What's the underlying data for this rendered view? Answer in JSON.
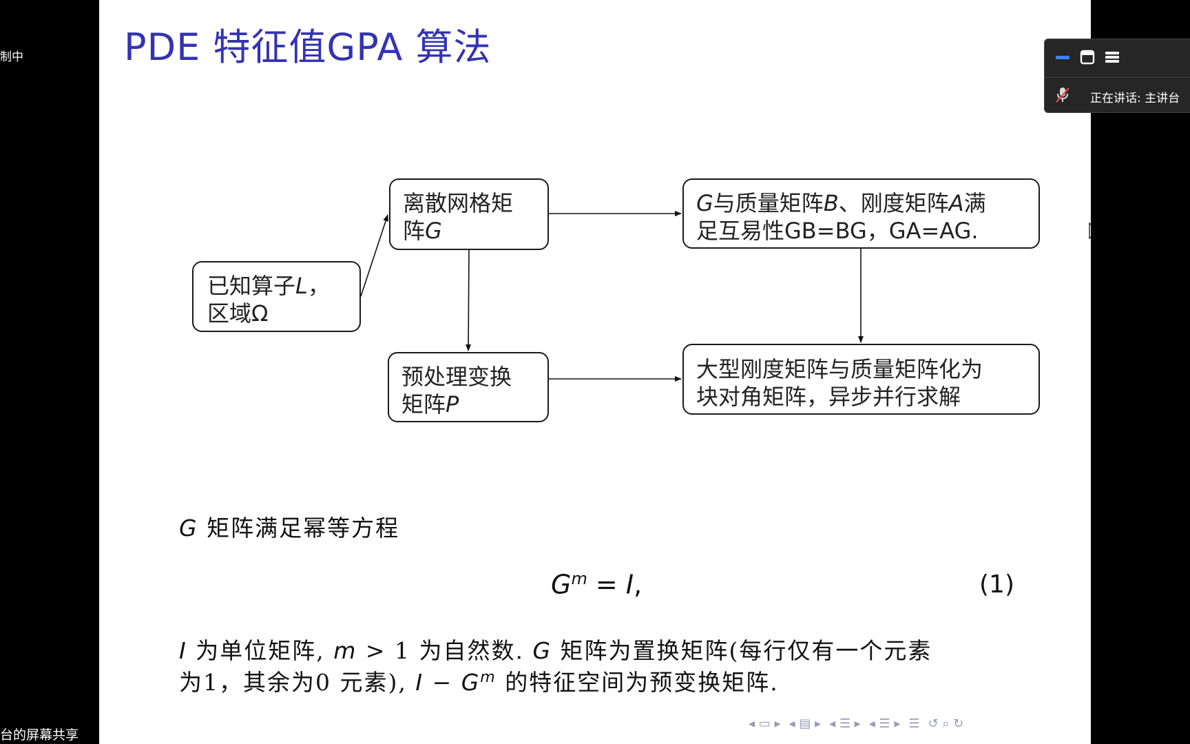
{
  "sidebar": {
    "top_text": "制中",
    "bottom_text": "台的屏幕共享"
  },
  "slide": {
    "title": "PDE 特征值GPA 算法",
    "flowchart": {
      "discrete_grid": {
        "line1": "离散网格矩",
        "line2_prefix": "阵",
        "line2_var": "G"
      },
      "known_operator": {
        "line1_prefix": "已知算子",
        "line1_var": "L",
        "line1_suffix": "，",
        "line2": "区域Ω"
      },
      "commute": {
        "line1_var_g": "G",
        "line1_a": "与质量矩阵",
        "line1_var_b": "B",
        "line1_b": "、刚度矩阵",
        "line1_var_a": "A",
        "line1_c": "满",
        "line2": "足互易性GB=BG，GA=AG."
      },
      "precondition": {
        "line1": "预处理变换",
        "line2_prefix": "矩阵",
        "line2_var": "P"
      },
      "block_diag": {
        "line1": "大型刚度矩阵与质量矩阵化为",
        "line2": "块对角矩阵，异步并行求解"
      }
    },
    "equation_intro": {
      "var": "G",
      "text": " 矩阵满足幂等方程"
    },
    "equation": {
      "base": "G",
      "exp": "m",
      "rhs": " = ",
      "rhs_var": "I",
      "tail": ","
    },
    "equation_number": "(1)",
    "description": {
      "line1_var_i": "I",
      "line1_a": " 为单位矩阵, ",
      "line1_var_m": "m",
      "line1_b": " > 1 为自然数. ",
      "line1_var_g": "G",
      "line1_c": " 矩阵为置换矩阵(每行仅有一个元素",
      "line2_a": "为1，其余为0 元素), ",
      "line2_var_i": "I",
      "line2_b": " − ",
      "line2_var_g": "G",
      "line2_exp": "m",
      "line2_c": " 的特征空间为预变换矩阵."
    },
    "nav_icons": [
      "nav-frame-icon",
      "nav-subsection-icon",
      "nav-section-icon",
      "nav-presentation-icon",
      "nav-menu-icon",
      "nav-search-icon"
    ]
  },
  "float_panel": {
    "speaking_label": "正在讲话: 主讲台",
    "accent_color": "#3b82f6"
  }
}
